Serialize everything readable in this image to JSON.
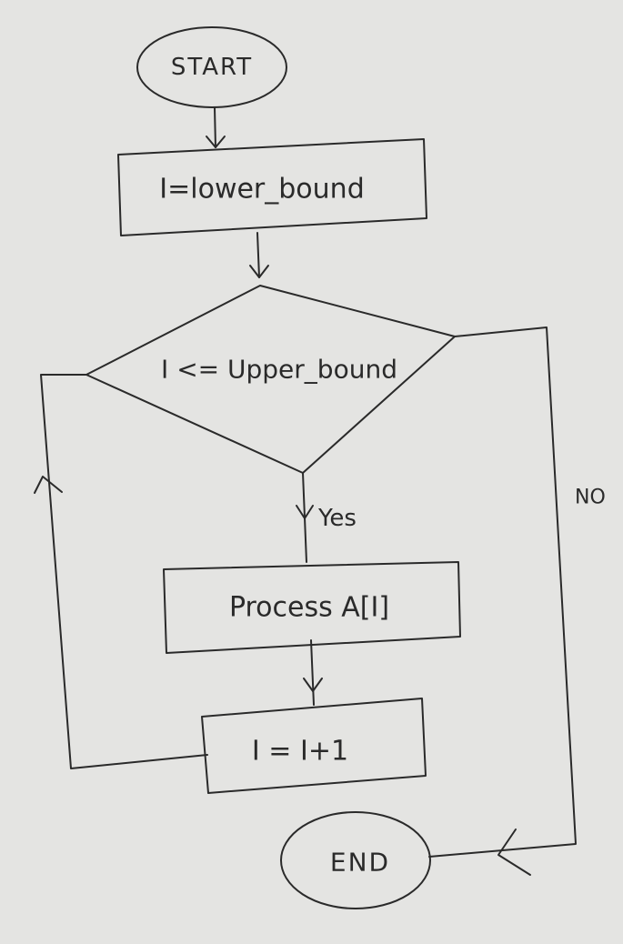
{
  "flowchart": {
    "nodes": {
      "start": {
        "label": "START"
      },
      "init": {
        "label": "I=lower_bound"
      },
      "condition": {
        "label": "I <= Upper_bound"
      },
      "process": {
        "label": "Process A[I]"
      },
      "increment": {
        "label": "I = I+1"
      },
      "end": {
        "label": "END"
      }
    },
    "edges": {
      "yes": {
        "label": "Yes"
      },
      "no": {
        "label": "NO"
      }
    }
  }
}
